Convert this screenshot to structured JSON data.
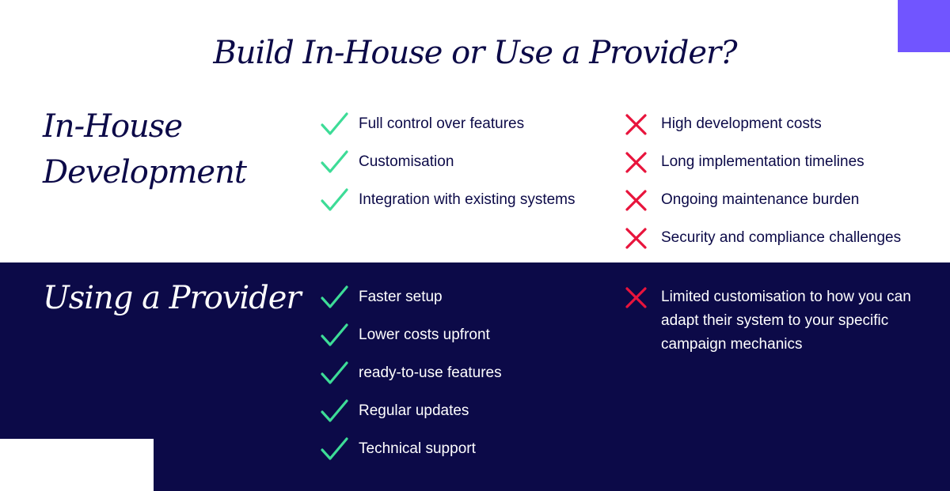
{
  "title": "Build In-House or Use a Provider?",
  "colors": {
    "navy": "#0c0a48",
    "accent": "#7155ff",
    "check": "#3ddc97",
    "cross": "#e8143c"
  },
  "in_house": {
    "heading": "In-House Development",
    "pros": [
      "Full control over features",
      "Customisation",
      "Integration with existing systems"
    ],
    "cons": [
      "High development costs",
      "Long implementation timelines",
      "Ongoing maintenance burden",
      "Security and compliance challenges"
    ]
  },
  "provider": {
    "heading": "Using a Provider",
    "pros": [
      "Faster setup",
      "Lower costs upfront",
      "ready-to-use features",
      "Regular updates",
      "Technical support"
    ],
    "cons": [
      "Limited customisation to how you can adapt their system to your specific campaign mechanics"
    ]
  }
}
